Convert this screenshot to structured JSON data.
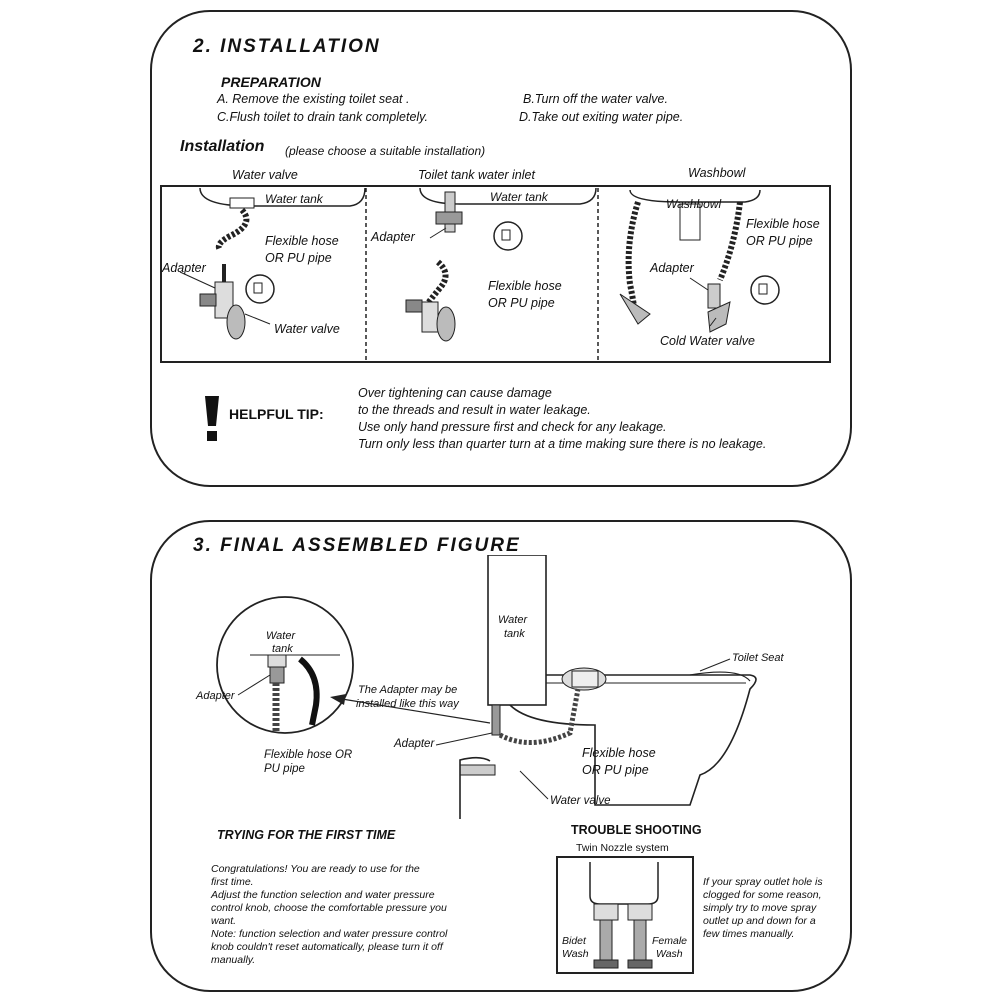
{
  "installation": {
    "title": "2. INSTALLATION",
    "preparation_heading": "PREPARATION",
    "steps": [
      "A. Remove the existing toilet seat .",
      "B.Turn off the water valve.",
      "C.Flush toilet to drain tank completely.",
      "D.Take out exiting water pipe."
    ],
    "install_heading": "Installation",
    "install_note": "(please choose a suitable installation)",
    "options": [
      {
        "title": "Water valve",
        "labels": [
          "Water tank",
          "Flexible hose",
          "OR PU pipe",
          "Adapter",
          "Water valve"
        ]
      },
      {
        "title": "Toilet tank water inlet",
        "labels": [
          "Water tank",
          "Adapter",
          "Flexible hose",
          "OR PU pipe"
        ]
      },
      {
        "title": "Washbowl",
        "labels": [
          "Washbowl",
          "Flexible hose",
          "OR PU pipe",
          "Adapter",
          "Cold Water valve"
        ]
      }
    ],
    "tip_label": "HELPFUL TIP:",
    "tip_lines": [
      "Over tightening  can cause damage",
      "to the threads and result in water leakage.",
      "Use only hand pressure first and check for any leakage.",
      "Turn only less than quarter turn at a time making sure there is no leakage."
    ]
  },
  "final": {
    "title": "3. FINAL ASSEMBLED FIGURE",
    "labels": {
      "inset_tank": [
        "Water",
        "tank"
      ],
      "inset_adapter": "Adapter",
      "inset_hose": [
        "Flexible hose OR",
        "PU pipe"
      ],
      "note": [
        "The  Adapter may be",
        "installed like this way"
      ],
      "tank": [
        "Water",
        "tank"
      ],
      "seat": "Toilet Seat",
      "adapter": "Adapter",
      "hose": [
        "Flexible hose",
        "OR PU pipe"
      ],
      "valve": "Water valve"
    },
    "first_time_heading": "TRYING FOR THE FIRST TIME",
    "first_time_lines": [
      "Congratulations! You are ready to use for the",
      "first time.",
      "Adjust the function selection and  water pressure",
      "control knob, choose the comfortable pressure you",
      "want.",
      "Note:  function selection and water pressure control",
      "knob couldn't reset automatically, please turn it off",
      "manually."
    ],
    "trouble_heading": "TROUBLE SHOOTING",
    "nozzle_title": "Twin Nozzle system",
    "nozzle_left": [
      "Bidet",
      "Wash"
    ],
    "nozzle_right": [
      "Female",
      "Wash"
    ],
    "trouble_lines": [
      "If your spray outlet hole is",
      "clogged for some reason,",
      "simply try to move spray",
      "outlet up and down for a",
      "few times manually."
    ]
  }
}
